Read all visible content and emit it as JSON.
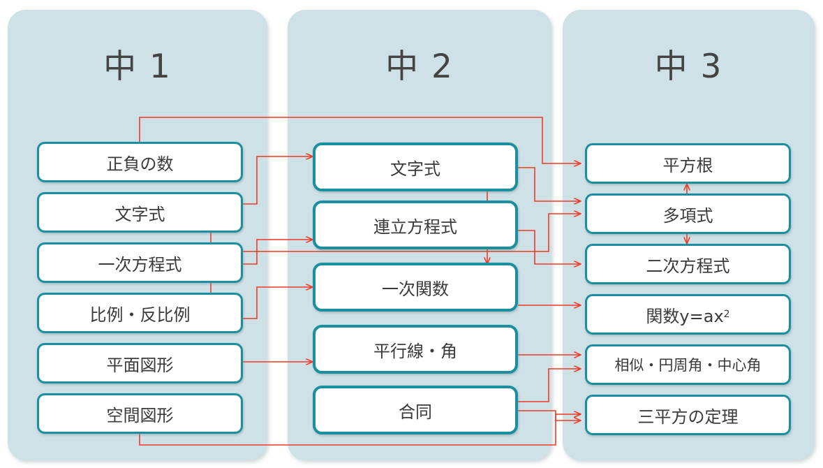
{
  "diagram": {
    "title_bar_absent": true,
    "accent_color": "#1a8fa0",
    "panel_color": "#cee1e6",
    "arrow_color": "#ee3b26",
    "text_color": "#3a3a3a",
    "columns": [
      {
        "id": "grade1",
        "header": "中 1",
        "nodes": [
          {
            "id": "c1n1",
            "label": "正負の数"
          },
          {
            "id": "c1n2",
            "label": "文字式"
          },
          {
            "id": "c1n3",
            "label": "一次方程式"
          },
          {
            "id": "c1n4",
            "label": "比例・反比例"
          },
          {
            "id": "c1n5",
            "label": "平面図形"
          },
          {
            "id": "c1n6",
            "label": "空間図形"
          }
        ]
      },
      {
        "id": "grade2",
        "header": "中 2",
        "nodes": [
          {
            "id": "c2n1",
            "label": "文字式"
          },
          {
            "id": "c2n2",
            "label": "連立方程式"
          },
          {
            "id": "c2n3",
            "label": "一次関数"
          },
          {
            "id": "c2n4",
            "label": "平行線・角"
          },
          {
            "id": "c2n5",
            "label": "合同"
          }
        ]
      },
      {
        "id": "grade3",
        "header": "中 3",
        "nodes": [
          {
            "id": "c3n1",
            "label": "平方根"
          },
          {
            "id": "c3n2",
            "label": "多項式"
          },
          {
            "id": "c3n3",
            "label": "二次方程式"
          },
          {
            "id": "c3n4",
            "label": "関数y=ax",
            "superscript": "2"
          },
          {
            "id": "c3n5",
            "label": "相似・円周角・中心角"
          },
          {
            "id": "c3n6",
            "label": "三平方の定理"
          }
        ]
      }
    ],
    "connections": [
      {
        "from": "c1n1",
        "to": "c3n1",
        "route": "top-sweep"
      },
      {
        "from": "c1n2",
        "to": "c2n1",
        "route": "right-in"
      },
      {
        "from": "c1n2",
        "to": "c1n4",
        "route": "down-drop"
      },
      {
        "from": "c1n3",
        "to": "c2n2",
        "route": "right-in"
      },
      {
        "from": "c1n3",
        "to": "c3n2",
        "route": "right-in"
      },
      {
        "from": "c1n4",
        "to": "c2n3",
        "route": "right-in"
      },
      {
        "from": "c1n5",
        "to": "c2n4",
        "route": "right-in"
      },
      {
        "from": "c1n6",
        "to": "c3n6",
        "route": "bottom-sweep"
      },
      {
        "from": "c2n1",
        "to": "c3n2",
        "route": "right-in"
      },
      {
        "from": "c2n1",
        "to": "c2n3",
        "route": "down-drop"
      },
      {
        "from": "c2n2",
        "to": "c3n3",
        "route": "right-in"
      },
      {
        "from": "c2n3",
        "to": "c3n4",
        "route": "right-in"
      },
      {
        "from": "c2n4",
        "to": "c3n5",
        "route": "right-in"
      },
      {
        "from": "c2n5",
        "to": "c3n5",
        "route": "right-in"
      },
      {
        "from": "c2n5",
        "to": "c3n6",
        "route": "right-in"
      },
      {
        "from": "c3n2",
        "to": "c3n1",
        "route": "up-arrow"
      },
      {
        "from": "c3n2",
        "to": "c3n3",
        "route": "down-arrow"
      }
    ]
  }
}
